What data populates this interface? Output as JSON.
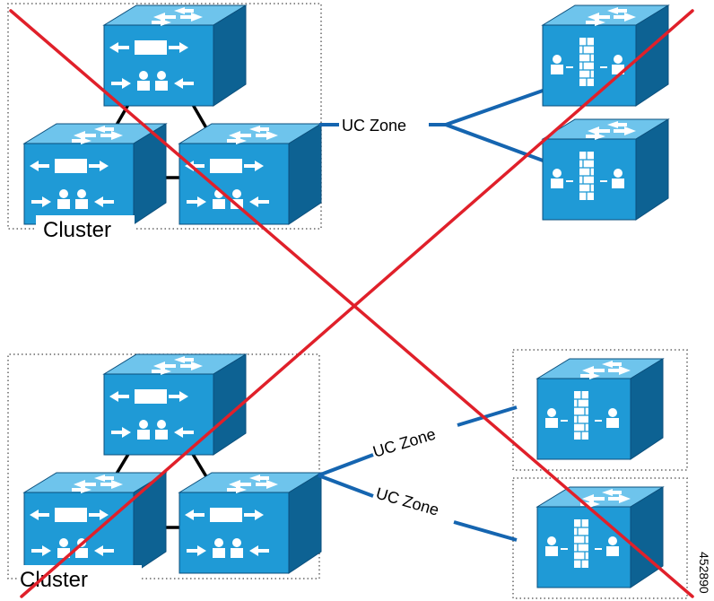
{
  "diagram": {
    "top": {
      "cluster_label": "Cluster",
      "zone_label": "UC Zone"
    },
    "bottom": {
      "cluster_label": "Cluster",
      "zone_label_1": "UC Zone",
      "zone_label_2": "UC Zone"
    },
    "figure_id": "452890"
  },
  "colors": {
    "device_front": "#1f9ad6",
    "device_top": "#6ec4ec",
    "device_side": "#0d6293",
    "link": "#1565b0",
    "cross": "#e0202a"
  },
  "icons": {
    "router": "expressway-c-router-icon",
    "firewall_node": "expressway-e-firewall-icon"
  }
}
